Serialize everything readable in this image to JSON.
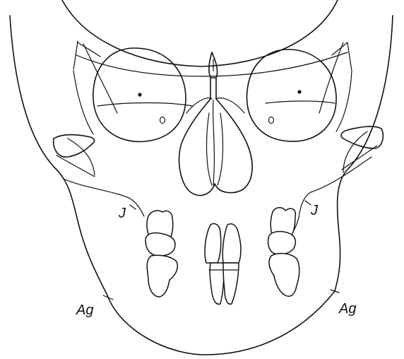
{
  "landmarks": {
    "left_j": "J",
    "right_j": "J",
    "left_ag": "Ag",
    "right_ag": "Ag"
  },
  "colors": {
    "line": "#111111",
    "background": "#ffffff"
  }
}
